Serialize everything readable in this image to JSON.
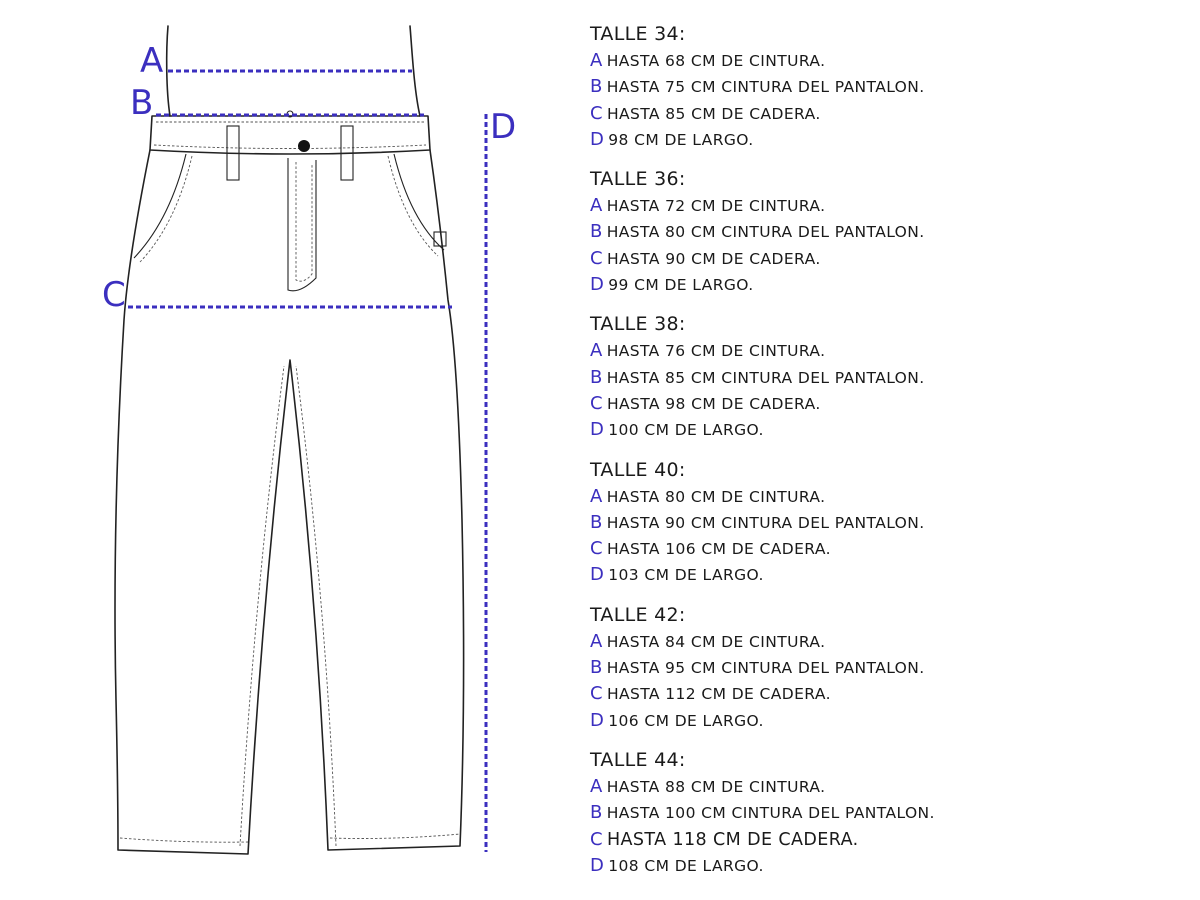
{
  "diagram": {
    "measure_labels": [
      "A",
      "B",
      "C",
      "D"
    ],
    "accent_color": "#3b2fbf"
  },
  "sizes": [
    {
      "title": "TALLE 34:",
      "lines": [
        {
          "letter": "A",
          "text": "HASTA 68 CM DE CINTURA."
        },
        {
          "letter": "B",
          "text": "HASTA 75 CM CINTURA DEL PANTALON."
        },
        {
          "letter": "C",
          "text": "HASTA 85 CM DE CADERA."
        },
        {
          "letter": "D",
          "text": "98 CM DE LARGO."
        }
      ]
    },
    {
      "title": "TALLE 36:",
      "lines": [
        {
          "letter": "A",
          "text": "HASTA 72 CM DE CINTURA."
        },
        {
          "letter": "B",
          "text": "HASTA 80 CM CINTURA DEL PANTALON."
        },
        {
          "letter": "C",
          "text": "HASTA 90 CM DE CADERA."
        },
        {
          "letter": "D",
          "text": "99 CM DE LARGO."
        }
      ]
    },
    {
      "title": "TALLE 38:",
      "lines": [
        {
          "letter": "A",
          "text": "HASTA 76 CM DE CINTURA."
        },
        {
          "letter": "B",
          "text": "HASTA 85 CM CINTURA DEL PANTALON."
        },
        {
          "letter": "C",
          "text": "HASTA 98 CM DE CADERA."
        },
        {
          "letter": "D",
          "text": "100 CM DE LARGO."
        }
      ]
    },
    {
      "title": "TALLE 40:",
      "lines": [
        {
          "letter": "A",
          "text": "HASTA 80 CM DE CINTURA."
        },
        {
          "letter": "B",
          "text": "HASTA 90 CM CINTURA DEL PANTALON."
        },
        {
          "letter": "C",
          "text": "HASTA 106 CM DE CADERA."
        },
        {
          "letter": "D",
          "text": "103 CM DE LARGO."
        }
      ]
    },
    {
      "title": "TALLE 42:",
      "lines": [
        {
          "letter": "A",
          "text": "HASTA 84 CM DE CINTURA."
        },
        {
          "letter": "B",
          "text": "HASTA 95 CM CINTURA DEL PANTALON."
        },
        {
          "letter": "C",
          "text": "HASTA 112 CM DE CADERA."
        },
        {
          "letter": "D",
          "text": "106 CM DE LARGO."
        }
      ]
    },
    {
      "title": "TALLE 44:",
      "lines": [
        {
          "letter": "A",
          "text": "HASTA 88 CM DE CINTURA."
        },
        {
          "letter": "B",
          "text": "HASTA 100 CM CINTURA DEL PANTALON."
        },
        {
          "letter": "C",
          "text": "HASTA 118 CM DE CADERA."
        },
        {
          "letter": "D",
          "text": "108 CM DE LARGO."
        }
      ]
    }
  ]
}
